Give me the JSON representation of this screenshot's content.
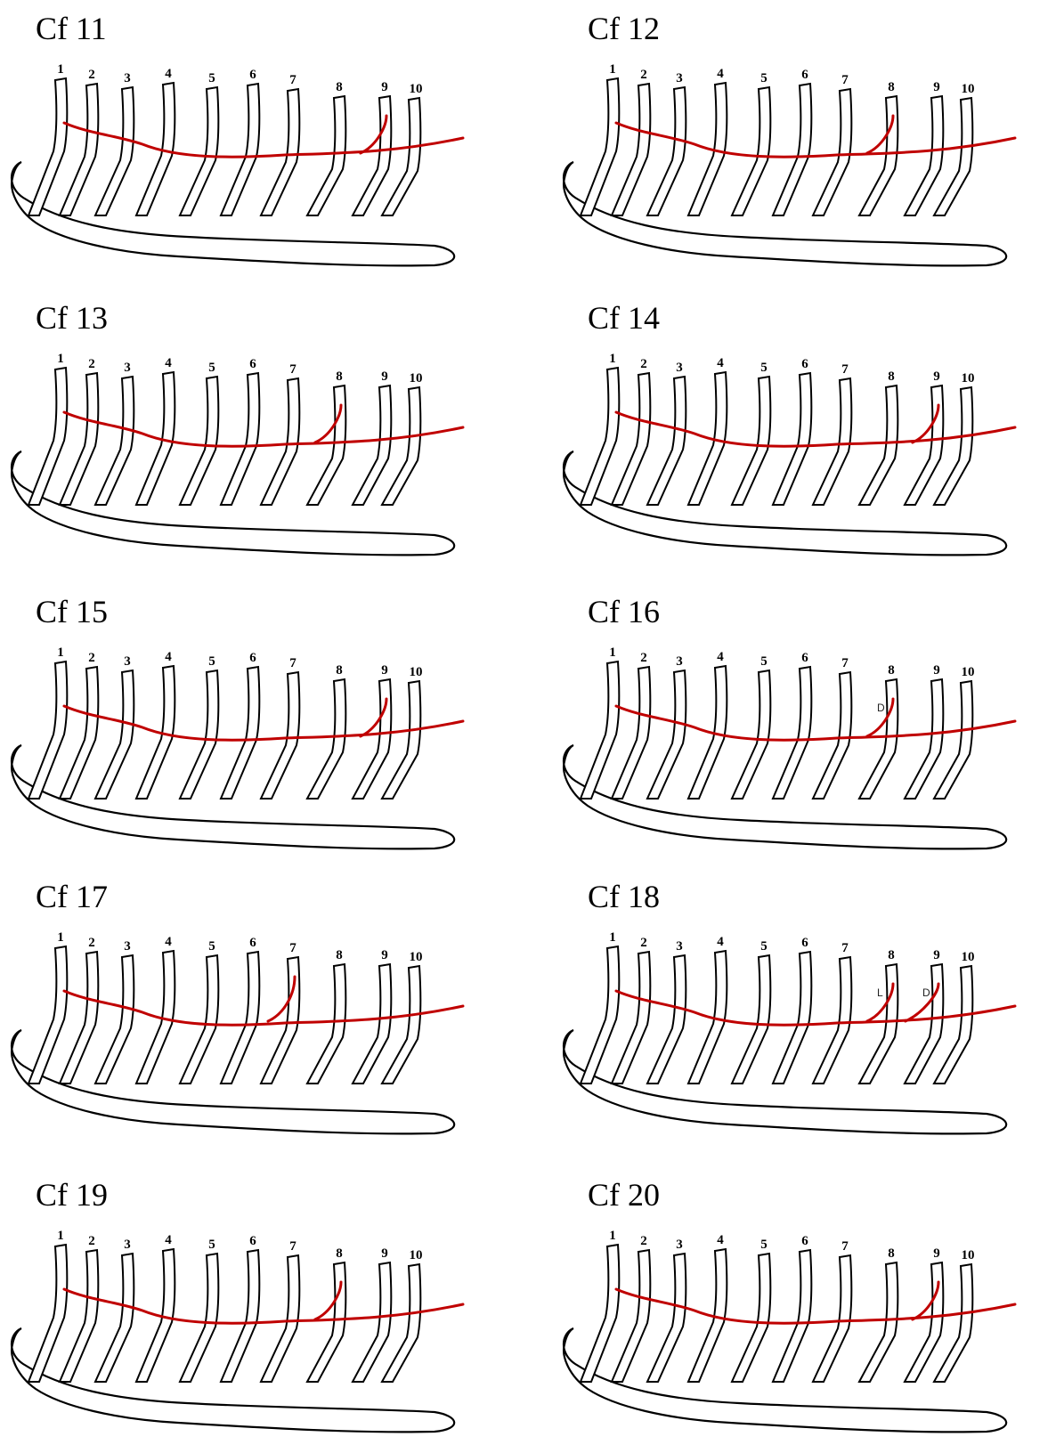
{
  "colors": {
    "vessel": "#c00000",
    "outline": "#000000",
    "background": "#ffffff"
  },
  "rib_labels": [
    "1",
    "2",
    "3",
    "4",
    "5",
    "6",
    "7",
    "8",
    "9",
    "10"
  ],
  "panels": [
    {
      "title": "Cf 11",
      "branch_rib": 9,
      "branch_labels": []
    },
    {
      "title": "Cf 12",
      "branch_rib": 8,
      "branch_labels": []
    },
    {
      "title": "Cf 13",
      "branch_rib": 8,
      "branch_labels": []
    },
    {
      "title": "Cf 14",
      "branch_rib": 9,
      "branch_labels": []
    },
    {
      "title": "Cf 15",
      "branch_rib": 9,
      "branch_labels": []
    },
    {
      "title": "Cf 16",
      "branch_rib": 8,
      "branch_labels": [
        {
          "text": "D",
          "rib": 8
        }
      ]
    },
    {
      "title": "Cf 17",
      "branch_rib": 7,
      "branch_labels": []
    },
    {
      "title": "Cf 18",
      "branch_rib": 8,
      "branch_labels": [
        {
          "text": "L",
          "rib": 8
        },
        {
          "text": "D",
          "rib": 9
        }
      ]
    },
    {
      "title": "Cf 19",
      "branch_rib": 8,
      "branch_labels": []
    },
    {
      "title": "Cf 20",
      "branch_rib": 9,
      "branch_labels": []
    }
  ]
}
